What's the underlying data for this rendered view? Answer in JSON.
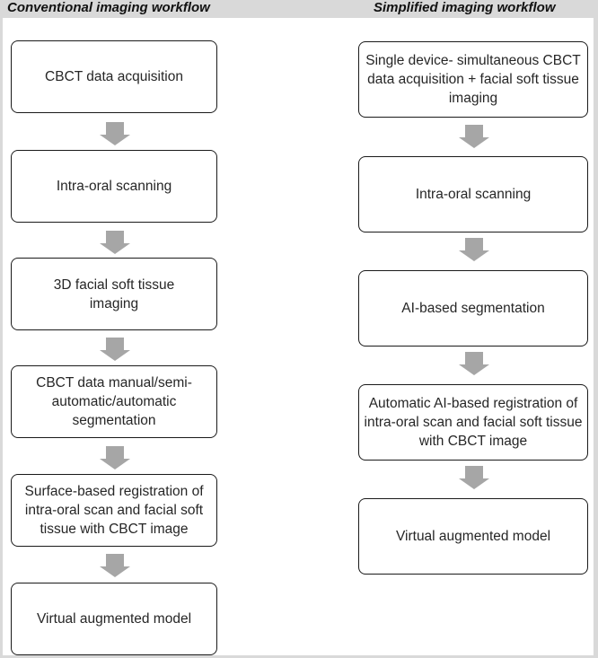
{
  "conventional": {
    "title": "Conventional imaging workflow",
    "steps": [
      "CBCT data acquisition",
      "Intra-oral scanning",
      "3D facial soft tissue imaging",
      "CBCT data manual/semi-automatic/automatic segmentation",
      "Surface-based registration of intra-oral scan and facial soft tissue with CBCT image",
      "Virtual augmented model"
    ]
  },
  "simplified": {
    "title": "Simplified imaging workflow",
    "steps": [
      "Single device- simultaneous CBCT data acquisition + facial soft tissue imaging",
      "Intra-oral scanning",
      "AI-based segmentation",
      "Automatic AI-based registration of intra-oral scan and facial soft tissue with CBCT image",
      "Virtual augmented model"
    ]
  },
  "colors": {
    "arrow": "#a6a6a6",
    "box_border": "#1a1a1a",
    "text": "#262626"
  }
}
